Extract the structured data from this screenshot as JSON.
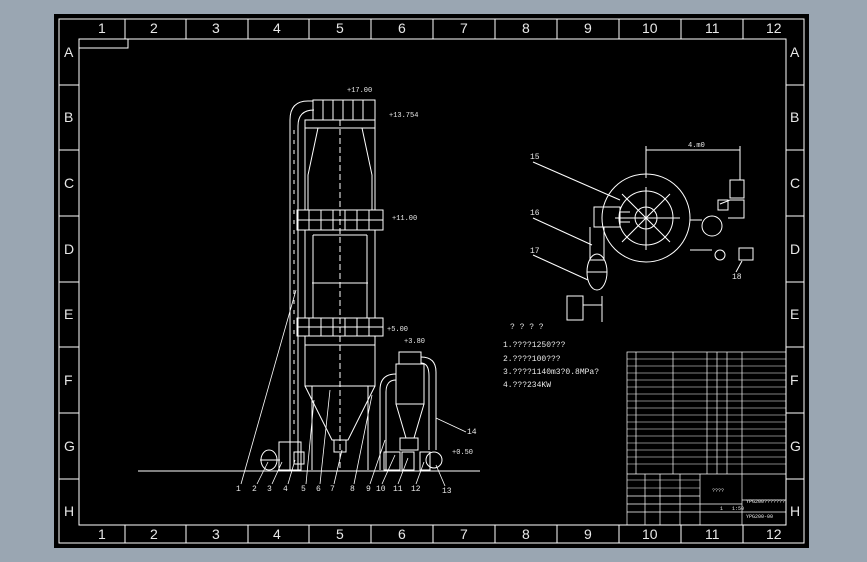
{
  "grid": {
    "columns": [
      "1",
      "2",
      "3",
      "4",
      "5",
      "6",
      "7",
      "8",
      "9",
      "10",
      "11",
      "12"
    ],
    "rows": [
      "A",
      "B",
      "C",
      "D",
      "E",
      "F",
      "G",
      "H"
    ]
  },
  "elevations": {
    "top": "+17.00",
    "upper": "+13.754",
    "middle": "+11.00",
    "lower": "+5.00",
    "cyclone": "+3.80",
    "base": "+0.50"
  },
  "part_labels": [
    "1",
    "2",
    "3",
    "4",
    "5",
    "6",
    "7",
    "8",
    "9",
    "10",
    "11",
    "12",
    "13",
    "14",
    "15",
    "16",
    "17",
    "18"
  ],
  "notes": {
    "heading": "? ? ? ?",
    "lines": [
      "1.????1250???",
      "2.????100???",
      "3.????1140m3?0.8MPa?",
      "4.???234KW"
    ]
  },
  "dimensions": {
    "plan": "4.m0"
  },
  "title_block": {
    "drawing_title": "YPG200???????",
    "drawing_number": "YPG200-00",
    "scale_label": "????",
    "ratio": "1:50",
    "qty": "1"
  }
}
